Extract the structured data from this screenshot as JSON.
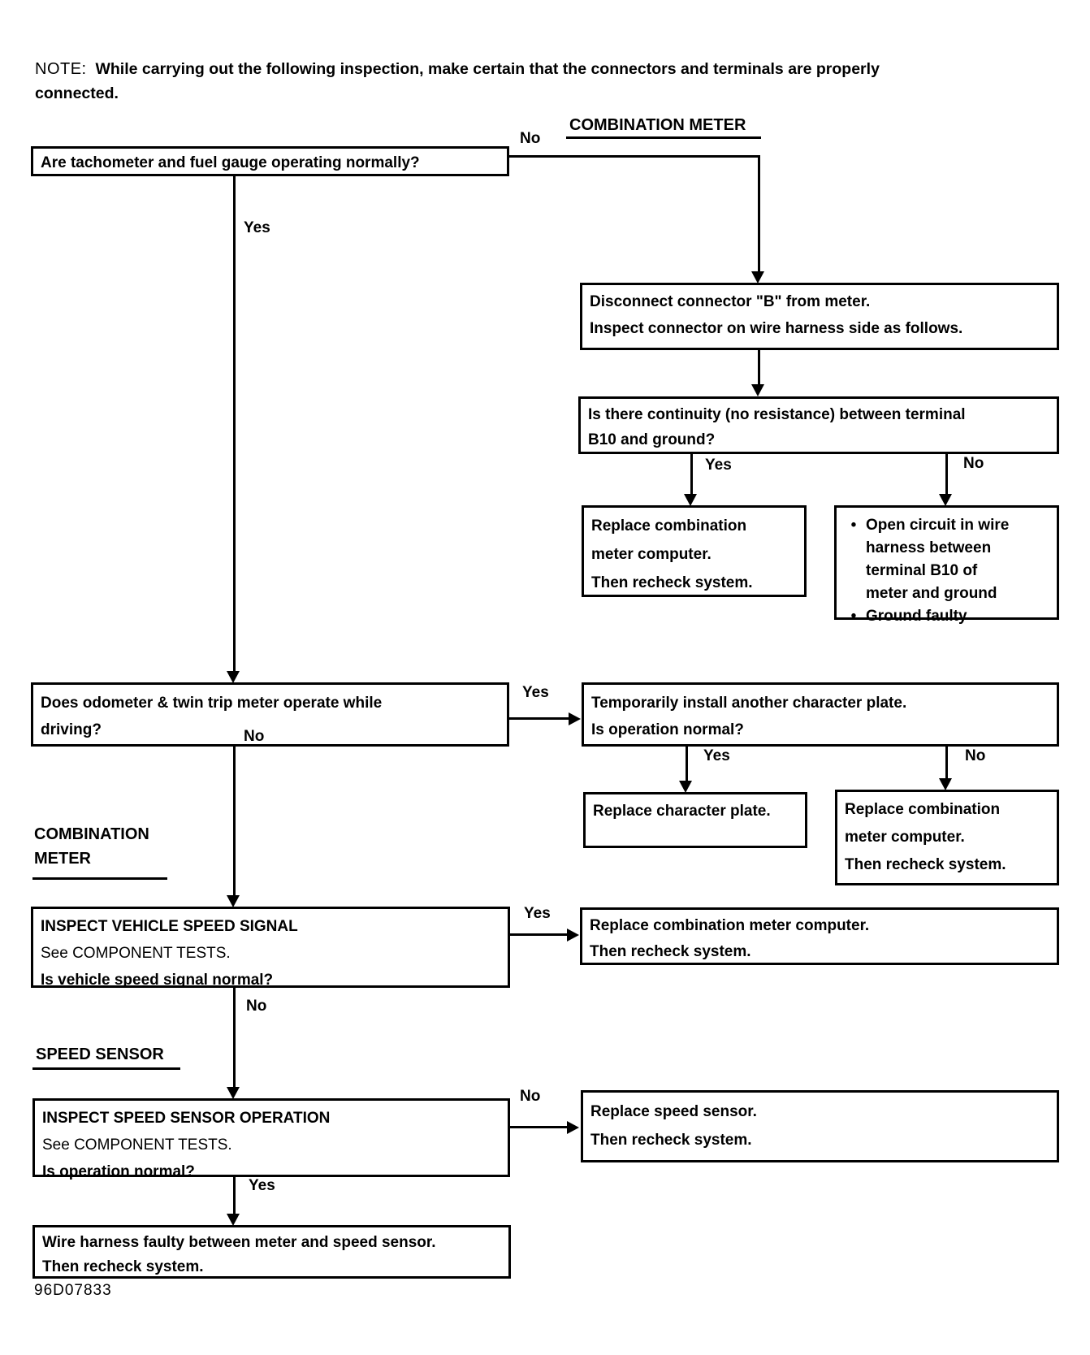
{
  "note": {
    "prefix": "NOTE:",
    "line1": "While carrying out the following inspection, make certain that the connectors and terminals are properly",
    "line2": "connected."
  },
  "labels": {
    "yes": "Yes",
    "no": "No",
    "bullet": "•"
  },
  "headings": {
    "combination_meter_top": "COMBINATION METER",
    "combination_left_line1": "COMBINATION",
    "combination_left_line2": "METER",
    "speed_sensor": "SPEED SENSOR"
  },
  "boxes": {
    "are_tachometer": {
      "line1": "Are tachometer and fuel gauge operating normally?"
    },
    "disconnect_connector": {
      "line1": "Disconnect connector \"B\" from meter.",
      "line2": "Inspect connector on wire harness side as follows."
    },
    "continuity": {
      "line1": "Is there continuity (no resistance) between terminal",
      "line2": "B10 and ground?"
    },
    "replace_meter_computer_a": {
      "line1": "Replace combination",
      "line2": "meter computer.",
      "line3": "Then recheck system."
    },
    "open_circuit": {
      "item1": {
        "l1": "Open circuit in wire",
        "l2": "harness between",
        "l3": "terminal B10 of",
        "l4": "meter and ground"
      },
      "item2": {
        "l1": "Ground faulty"
      }
    },
    "odometer": {
      "line1": "Does odometer & twin trip meter operate while",
      "line2": "driving?"
    },
    "character_plate": {
      "line1": "Temporarily install another character plate.",
      "line2": "Is operation normal?"
    },
    "replace_character_plate": {
      "line1": "Replace character plate."
    },
    "replace_meter_computer_b": {
      "line1": "Replace combination",
      "line2": "meter computer.",
      "line3": "Then recheck system."
    },
    "inspect_speed_signal": {
      "line1": "INSPECT VEHICLE SPEED SIGNAL",
      "line2": "See COMPONENT TESTS.",
      "line3": "Is vehicle speed signal normal?"
    },
    "replace_meter_computer_c": {
      "line1": "Replace combination meter computer.",
      "line2": "Then recheck system."
    },
    "inspect_speed_sensor": {
      "line1": "INSPECT SPEED SENSOR OPERATION",
      "line2": "See COMPONENT TESTS.",
      "line3": "Is operation normal?"
    },
    "replace_speed_sensor": {
      "line1": "Replace speed sensor.",
      "line2": "Then recheck system."
    },
    "wire_harness_faulty": {
      "line1": "Wire harness faulty between meter and speed sensor.",
      "line2": "Then recheck system."
    }
  },
  "footer": {
    "code": "96D07833"
  }
}
